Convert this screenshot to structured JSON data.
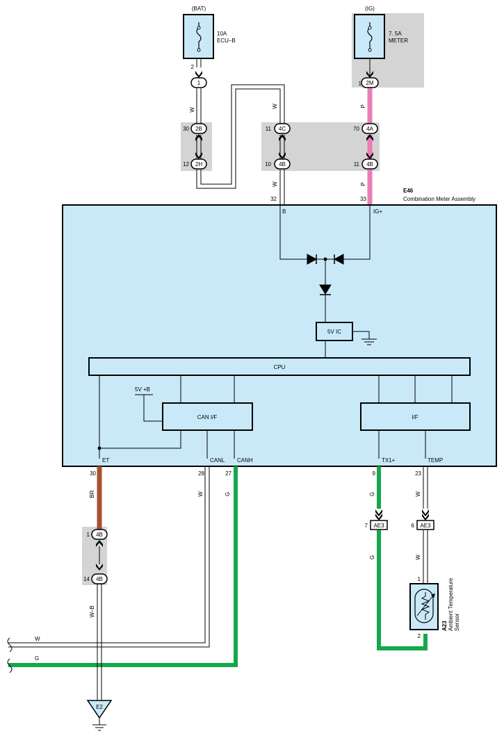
{
  "fuses": {
    "bat": {
      "source": "(BAT)",
      "rating": "10A",
      "name": "ECU–B",
      "pin": "2"
    },
    "ig": {
      "source": "(IG)",
      "rating": "7. 5A",
      "name": "METER",
      "pin": "1",
      "connector": "2M"
    }
  },
  "top_connectors": {
    "left": {
      "upper_pin": "30",
      "upper_id": "2B",
      "lower_pin": "12",
      "lower_id": "2H",
      "fuse_conn": "1"
    },
    "mid": {
      "upper_pin": "11",
      "upper_id": "4C",
      "lower_pin": "10",
      "lower_id": "4B"
    },
    "right": {
      "upper_pin": "70",
      "upper_id": "4A",
      "lower_pin": "11",
      "lower_id": "4B"
    }
  },
  "wire_colors": {
    "w": "W",
    "p": "P",
    "br": "BR",
    "g": "G",
    "wb": "W–B",
    "pink": "#e97fb6",
    "green": "#14a84a",
    "brown": "#a3522f",
    "panel": "#c9e9f8",
    "shade": "#d4d4d4"
  },
  "meter": {
    "code": "E46",
    "name": "Combination Meter Assembly",
    "pin_b_num": "32",
    "pin_b": "B",
    "pin_ig_num": "33",
    "pin_ig": "IG+",
    "ic": "5V IC",
    "cpu": "CPU",
    "canif": "CAN I/F",
    "iif": "I/F",
    "vref": "5V +B",
    "pins_bottom": [
      {
        "num": "30",
        "label": "ET"
      },
      {
        "num": "28",
        "label": "CANL"
      },
      {
        "num": "27",
        "label": "CANH"
      },
      {
        "num": "9",
        "label": "TX1+"
      },
      {
        "num": "23",
        "label": "TEMP"
      }
    ]
  },
  "bottom_connector": {
    "upper_pin": "1",
    "upper_id": "4B",
    "lower_pin": "14",
    "lower_id": "4B"
  },
  "ae3": [
    {
      "pin": "7",
      "id": "AE3"
    },
    {
      "pin": "6",
      "id": "AE3"
    }
  ],
  "sensor": {
    "code": "A23",
    "line1": "Ambient Temperature",
    "line2": "Sensor",
    "pin_top": "1",
    "pin_bottom": "2"
  },
  "ground": {
    "label": "E2"
  },
  "bus": {
    "w": "W",
    "g": "G"
  }
}
